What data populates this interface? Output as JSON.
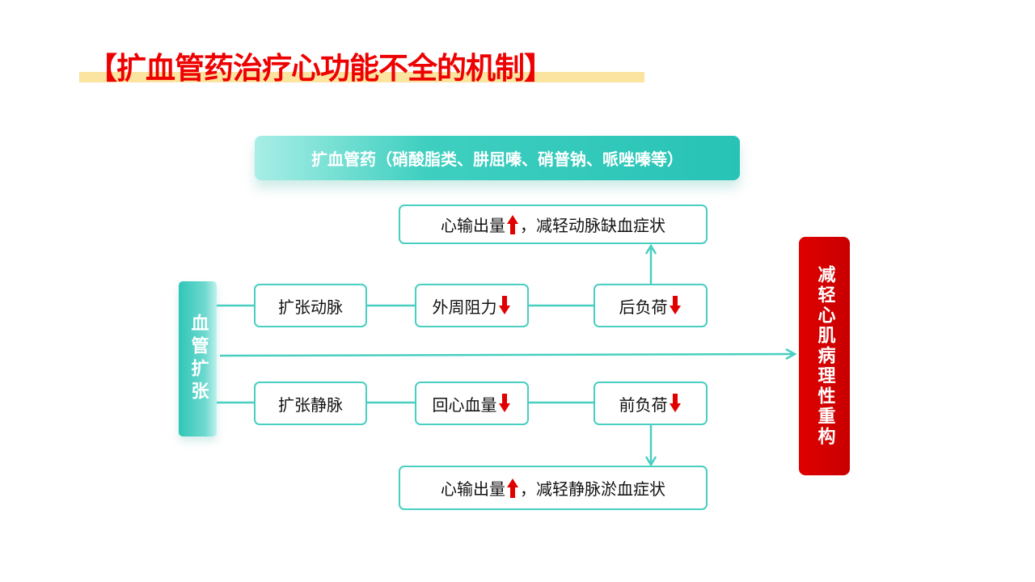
{
  "title": "【扩血管药治疗心功能不全的机制】",
  "drug_banner": "扩血管药（硝酸脂类、肼屈嗪、硝普钠、哌唑嗪等）",
  "left_bar": "血管扩张",
  "right_bar": "减轻心肌病理性重构",
  "top_result": {
    "pre": "心输出量",
    "post": "，减轻动脉缺血症状"
  },
  "bottom_result": {
    "pre": "心输出量",
    "post": "，减轻静脉淤血症状"
  },
  "artery_row": [
    "扩张动脉",
    "外周阻力",
    "后负荷"
  ],
  "vein_row": [
    "扩张静脉",
    "回心血量",
    "前负荷"
  ],
  "colors": {
    "teal": "#48cfc1",
    "red": "#e00000",
    "highlight": "#fbe3a0"
  }
}
